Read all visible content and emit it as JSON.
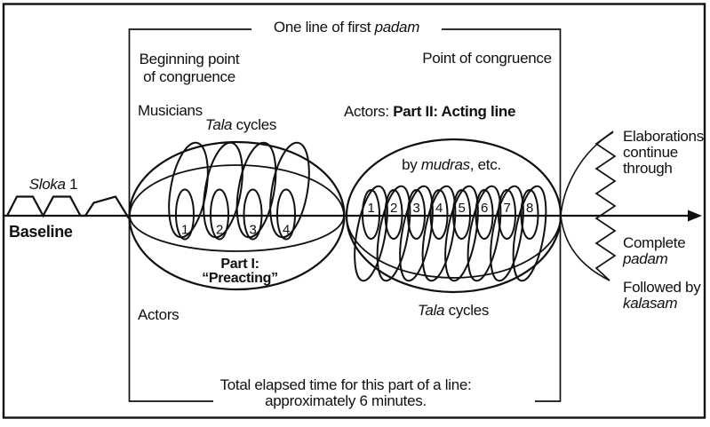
{
  "labels": {
    "one_line_prefix": "One line of first ",
    "one_line_italic": "padam",
    "beginning_1": "Beginning point",
    "beginning_2": "of congruence",
    "point_of_congruence": "Point of congruence",
    "musicians": "Musicians",
    "tala_top_italic": "Tala",
    "tala_top_rest": " cycles",
    "actors_prefix": "Actors: ",
    "part2_bold": "Part II: Acting line",
    "mudras_prefix": "by ",
    "mudras_italic": "mudras",
    "mudras_suffix": ", etc.",
    "sloka_italic": "Sloka",
    "sloka_rest": " 1",
    "baseline": "Baseline",
    "part1_1": "Part I:",
    "part1_2": "“Preacting”",
    "actors_lower": "Actors",
    "tala_bottom_italic": "Tala",
    "tala_bottom_rest": " cycles",
    "elab_1": "Elaborations",
    "elab_2": "continue",
    "elab_3": "through",
    "complete_1": "Complete",
    "complete_2_italic": "padam",
    "followed_1": "Followed by",
    "followed_2_italic": "kalasam",
    "total_1": "Total elapsed time for this part of a line:",
    "total_2": "approximately 6 minutes."
  },
  "numbers": {
    "preacting_cycles": [
      "1",
      "2",
      "3",
      "4"
    ],
    "acting_cycles": [
      "1",
      "2",
      "3",
      "4",
      "5",
      "6",
      "7",
      "8"
    ]
  },
  "colors": {
    "ink": "#101010",
    "paper": "#ffffff"
  }
}
